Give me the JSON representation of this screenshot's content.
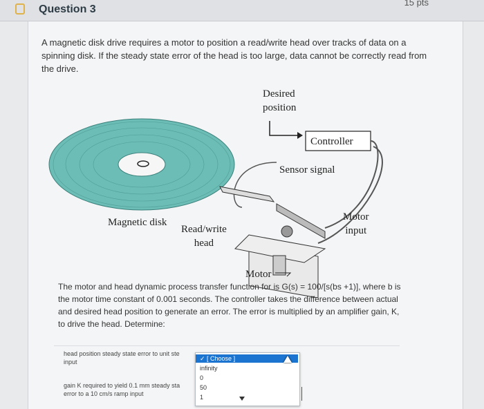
{
  "header": {
    "title": "Question 3",
    "points": "15 pts"
  },
  "question": {
    "intro": "A magnetic disk drive requires a motor to position a read/write head over tracks of data on a spinning disk. If the steady state error of the head is too large, data cannot be correctly read from the drive.",
    "description": "The motor and head dynamic process transfer function for is G(s) = 100/[s(bs +1)], where b is the motor time constant of 0.001 seconds. The controller takes the difference between actual and desired head position to generate an error. The error is multiplied by an amplifier gain, K, to drive the head. Determine:"
  },
  "figure": {
    "desired_position_line1": "Desired",
    "desired_position_line2": "position",
    "controller": "Controller",
    "sensor_signal": "Sensor signal",
    "magnetic_disk": "Magnetic disk",
    "read_write_line1": "Read/write",
    "read_write_line2": "head",
    "motor_input_line1": "Motor",
    "motor_input_line2": "input",
    "motor": "Motor"
  },
  "answers": {
    "q1_label_line1": "head position steady state error to unit ste",
    "q1_label_line2": "input",
    "q2_label_line1": "gain K required to yield 0.1 mm steady sta",
    "q2_label_line2": "error to a 10 cm/s ramp input"
  },
  "dropdown": {
    "options": [
      "✓ [ Choose ]",
      "infinity",
      "0",
      "50",
      "1"
    ]
  }
}
